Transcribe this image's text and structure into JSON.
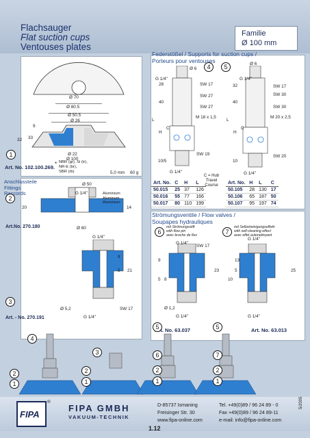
{
  "header": {
    "title_de": "Flachsauger",
    "title_en": "Flat suction cups",
    "title_fr": "Ventouses plates",
    "family_label": "Familie",
    "family_value": "Ø 100 mm"
  },
  "cup_drawing": {
    "dims": [
      "Ø 70",
      "Ø 80.5",
      "Ø 50.5",
      "Ø 26",
      "Ø 22",
      "Ø 100",
      "33",
      "32",
      "9"
    ],
    "circle": "1",
    "art_no": "Art. No. 102.100.269.",
    "material_lines": [
      "NBR (gr), Si (tr),",
      "NR-E (br),",
      "SBR (rb)"
    ],
    "volume": "5,0 mm",
    "weight": "60 g",
    "asterisk": "*"
  },
  "fittings": {
    "title_lines": [
      "Anschlussteile",
      "Fittings",
      "Raccords"
    ],
    "circle_2": "2",
    "art_2": "Art.No. 270.180",
    "dims_2": [
      "Ø 50",
      "G 1/4\"",
      "20",
      "14",
      "Ø 60"
    ],
    "material": [
      "Aluminium",
      "Aluminum",
      "Aluminium"
    ],
    "circle_3": "3",
    "art_3": "Art. - No. 270.191",
    "dims_3": [
      "G 1/4\"",
      "8",
      "5",
      "21",
      "Ø 5,2",
      "G 1/4\"",
      "SW 17"
    ]
  },
  "springs": {
    "title": "Federstößel / Supports for suction cups / Porteurs pour ventouses",
    "circle_4": "4",
    "circle_5": "5",
    "dims_4": [
      "Ø 6",
      "G 1/4\"",
      "SW 17",
      "SW 27",
      "SW 27",
      "M 18 x 1,5",
      "SW 19",
      "G 1/4\"",
      "28",
      "40",
      "10/5"
    ],
    "dims_5": [
      "Ø 6",
      "G 1/4\"",
      "SW 17",
      "SW 30",
      "SW 30",
      "M 20 x 2,5",
      "SW 20",
      "G 1/4\"",
      "32",
      "40",
      "10"
    ],
    "hub_label": [
      "C = Hub",
      "Travel",
      "Course"
    ],
    "axis": [
      "L",
      "H",
      "C"
    ],
    "table_4": {
      "headers": [
        "Art. No.",
        "C",
        "H",
        "L"
      ],
      "rows": [
        [
          "50.015",
          "25",
          "37",
          "126"
        ],
        [
          "50.016",
          "55",
          "77",
          "166"
        ],
        [
          "50.017",
          "80",
          "110",
          "199"
        ]
      ]
    },
    "table_5": {
      "headers": [
        "Art. No.",
        "H",
        "L",
        "C"
      ],
      "rows": [
        [
          "50.105",
          "28",
          "130",
          "17"
        ],
        [
          "50.106",
          "65",
          "187",
          "50"
        ],
        [
          "50.107",
          "95",
          "197",
          "74"
        ]
      ]
    }
  },
  "valves": {
    "title": "Strömungsventile / Flow valves / Soupapes hydrauliques",
    "circle_6": "6",
    "circle_7": "7",
    "desc_6": [
      "mit Strömungsstift",
      "with flow pin",
      "avec broche de flux"
    ],
    "desc_7": [
      "mit Selbstreinigungseffekt",
      "with self-cleaning effect",
      "avec effet autonettoyant"
    ],
    "dims_6": [
      "G 1/4\"",
      "SW 17",
      "9",
      "5",
      "8",
      "23",
      "Ø 1,2",
      "G 1/4\""
    ],
    "dims_7": [
      "G 1/4\"",
      "13",
      "5",
      "10",
      "25",
      "G 1/4\""
    ],
    "art_6": "Art. No. 63.037",
    "art_7": "Art. No. 63.013"
  },
  "assembly": {
    "labels_left": [
      "4",
      "2",
      "1"
    ],
    "labels_mid1": [
      "3",
      "2",
      "1"
    ],
    "labels_mid2": [
      "5",
      "6",
      "2",
      "1"
    ],
    "labels_right": [
      "5",
      "7",
      "2",
      "1"
    ]
  },
  "footer": {
    "logo_text": "FIPA",
    "company": "FIPA GMBH",
    "tagline": "VAKUUM-TECHNIK",
    "address": [
      "D-85737 Ismaning",
      "Freisinger Str. 30",
      "www.fipa-online.com"
    ],
    "contact": [
      "Tel. +49(0)89 / 96 24 89 - 0",
      "Fax +49(0)89 / 96 24 89-11",
      "e-mail: info@fipa-online.com"
    ],
    "page_number": "1.12",
    "side_code": "5/2005",
    "registered": "®"
  },
  "colors": {
    "accent_blue": "#2f7fd0",
    "header_bg": "#b7c6d8",
    "title_blue": "#19306b"
  }
}
